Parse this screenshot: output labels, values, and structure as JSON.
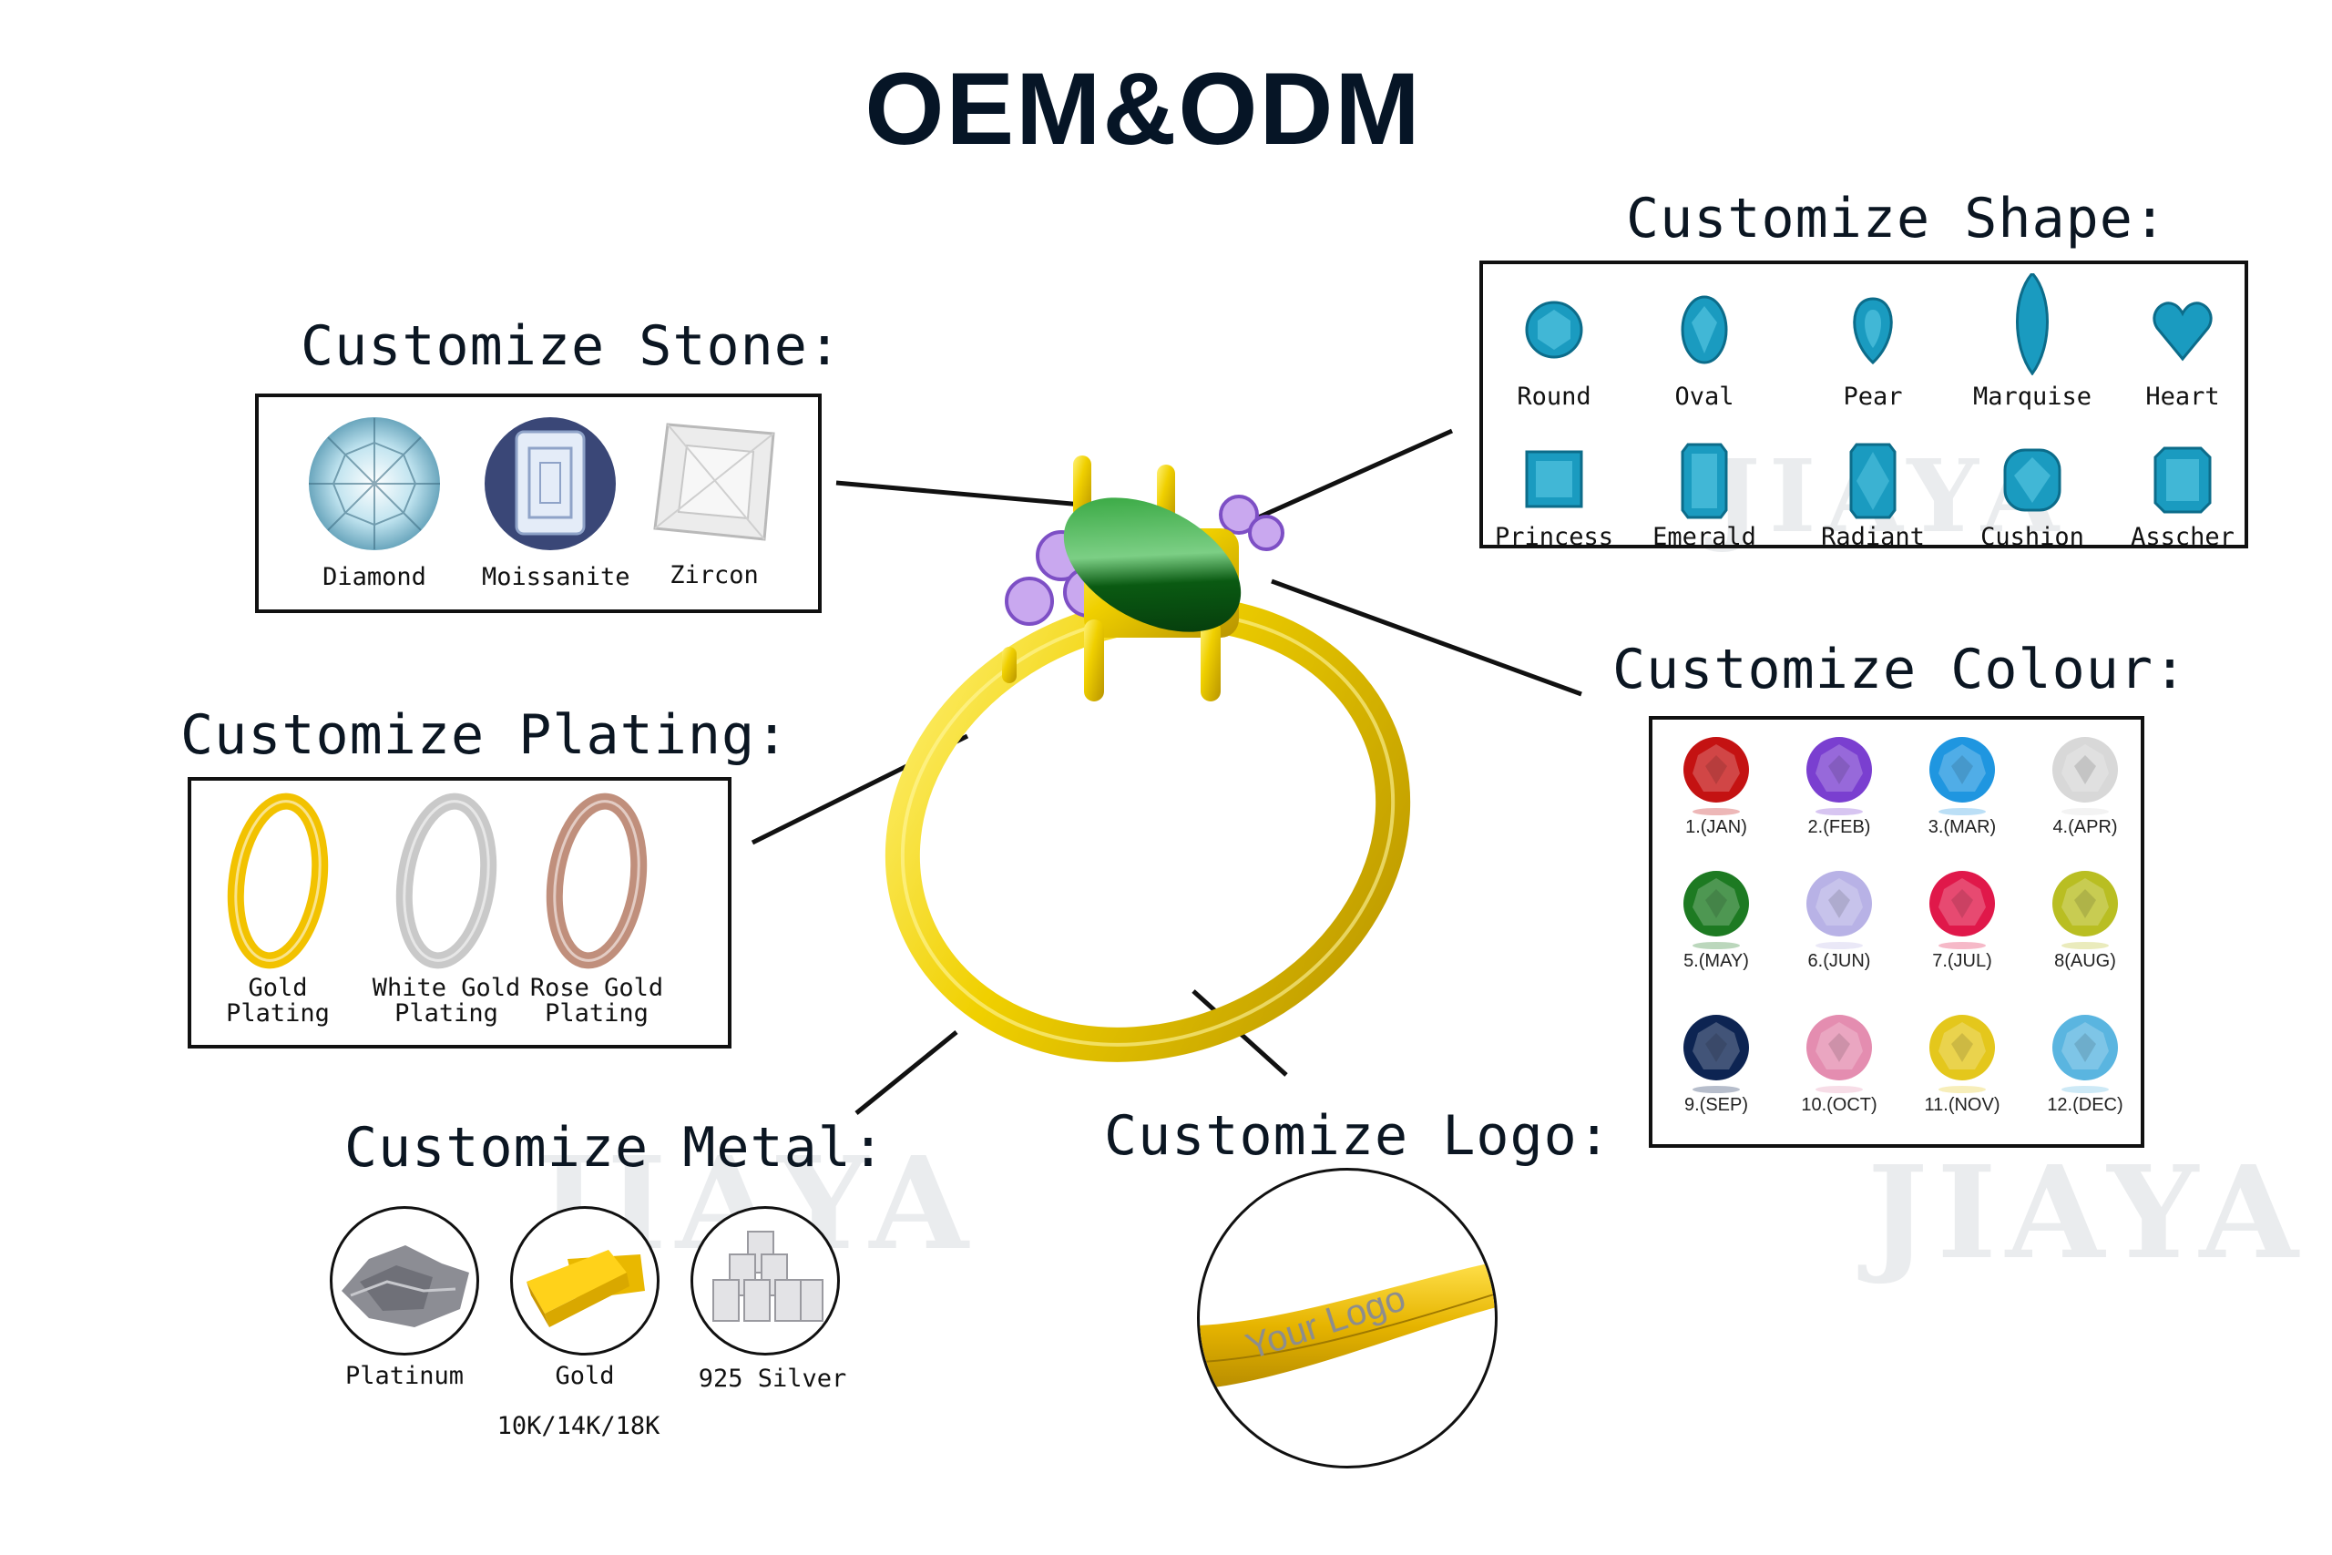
{
  "title": "OEM&ODM",
  "watermark": "JIAYA",
  "stone": {
    "heading": "Customize Stone:",
    "items": [
      {
        "label": "Diamond",
        "icon": "diamond-icon"
      },
      {
        "label": "Moissanite",
        "icon": "moissanite-icon"
      },
      {
        "label": "Zircon",
        "icon": "zircon-icon"
      }
    ]
  },
  "shape": {
    "heading": "Customize Shape:",
    "gem_color": "#1a9bc0",
    "items": [
      {
        "label": "Round",
        "icon": "round-shape-icon"
      },
      {
        "label": "Oval",
        "icon": "oval-shape-icon"
      },
      {
        "label": "Pear",
        "icon": "pear-shape-icon"
      },
      {
        "label": "Marquise",
        "icon": "marquise-shape-icon"
      },
      {
        "label": "Heart",
        "icon": "heart-shape-icon"
      },
      {
        "label": "Princess",
        "icon": "princess-shape-icon"
      },
      {
        "label": "Emerald",
        "icon": "emerald-shape-icon"
      },
      {
        "label": "Radiant",
        "icon": "radiant-shape-icon"
      },
      {
        "label": "Cushion",
        "icon": "cushion-shape-icon"
      },
      {
        "label": "Asscher",
        "icon": "asscher-shape-icon"
      }
    ]
  },
  "plating": {
    "heading": "Customize Plating:",
    "items": [
      {
        "line1": "Gold",
        "line2": "Plating",
        "color": "#f2c200"
      },
      {
        "line1": "White Gold",
        "line2": "Plating",
        "color": "#c9c9c9"
      },
      {
        "line1": "Rose Gold",
        "line2": "Plating",
        "color": "#c08f7c"
      }
    ]
  },
  "colour": {
    "heading": "Customize Colour:",
    "items": [
      {
        "label": "1.(JAN)",
        "color": "#c41212"
      },
      {
        "label": "2.(FEB)",
        "color": "#7a3fd0"
      },
      {
        "label": "3.(MAR)",
        "color": "#1f96e0"
      },
      {
        "label": "4.(APR)",
        "color": "#d8d8d8"
      },
      {
        "label": "5.(MAY)",
        "color": "#1d7a22"
      },
      {
        "label": "6.(JUN)",
        "color": "#b8b2e6"
      },
      {
        "label": "7.(JUL)",
        "color": "#e0184a"
      },
      {
        "label": "8(AUG)",
        "color": "#b9be22"
      },
      {
        "label": "9.(SEP)",
        "color": "#0d2452"
      },
      {
        "label": "10.(OCT)",
        "color": "#e48db0"
      },
      {
        "label": "11.(NOV)",
        "color": "#e4c71c"
      },
      {
        "label": "12.(DEC)",
        "color": "#5ab5e0"
      }
    ]
  },
  "metal": {
    "heading": "Customize Metal:",
    "items": [
      {
        "label": "Platinum"
      },
      {
        "label": "Gold",
        "sub": "10K/14K/18K"
      },
      {
        "label": "925 Silver"
      }
    ]
  },
  "logo": {
    "heading": "Customize Logo:",
    "engraving": "Your Logo"
  },
  "ring": {
    "band_color": "#f0d000",
    "center_stone_color": "#1f9a2a",
    "accent_stone_color": "#b28be0"
  }
}
